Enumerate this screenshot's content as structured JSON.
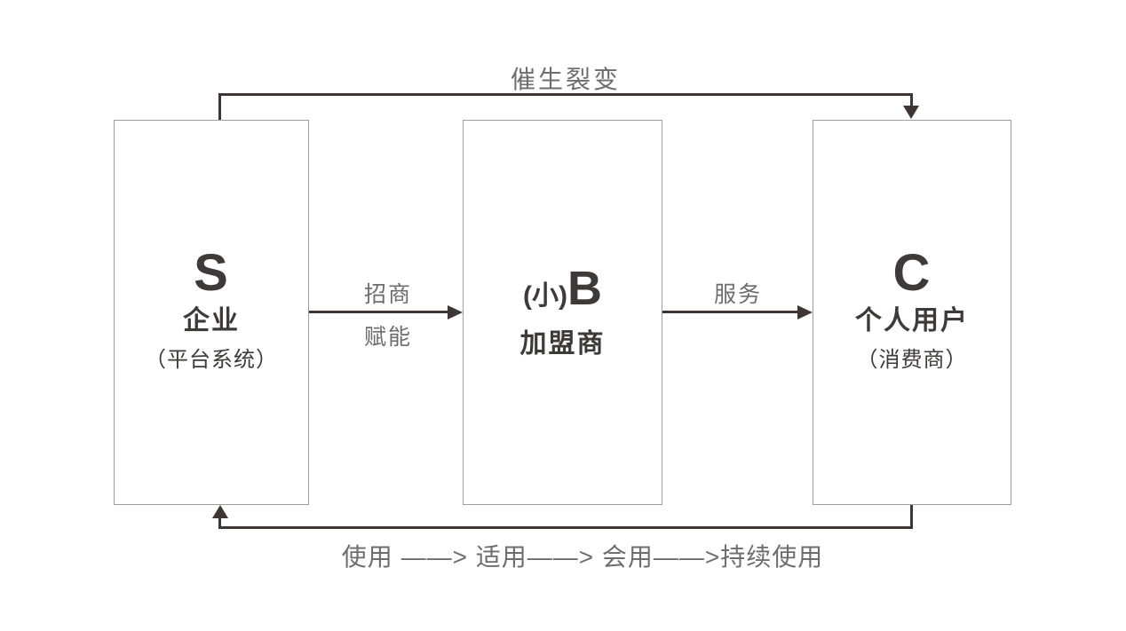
{
  "diagram": {
    "type": "flow-diagram",
    "topic": "S2B2C model",
    "nodes": [
      {
        "id": "S",
        "letter": "S",
        "name": "企业",
        "sub": "（平台系统）"
      },
      {
        "id": "B",
        "letter_prefix": "(小)",
        "letter": "B",
        "name": "加盟商"
      },
      {
        "id": "C",
        "letter": "C",
        "name": "个人用户",
        "sub": "（消费商）"
      }
    ],
    "edges": {
      "top": {
        "from": "S",
        "to": "C",
        "label": "催生裂变",
        "direction": "S→C over the top"
      },
      "s_to_b": {
        "from": "S",
        "to": "B",
        "label_above": "招商",
        "label_below": "赋能"
      },
      "b_to_c": {
        "from": "B",
        "to": "C",
        "label_above": "服务"
      },
      "bottom": {
        "from": "C",
        "to": "S",
        "label": "使用 ——> 适用——> 会用——>持续使用",
        "direction": "C→S under the bottom"
      }
    },
    "colors": {
      "background": "#ffffff",
      "box_border": "#9d9e9e",
      "node_text": "#3e3a39",
      "connector_line": "#3e3634",
      "edge_label_text": "#6e6d6d"
    }
  }
}
